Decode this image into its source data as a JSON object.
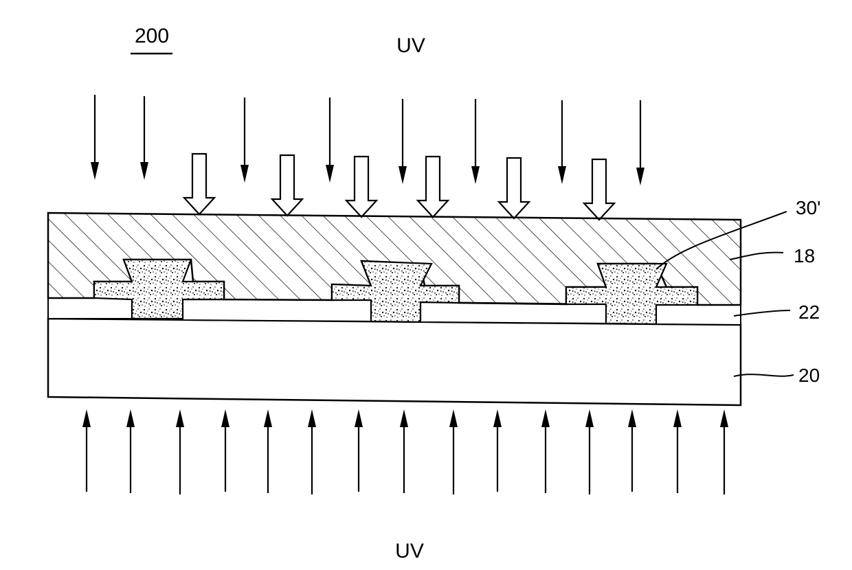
{
  "figure": {
    "number": "200",
    "top_label": "UV",
    "bottom_label": "UV"
  },
  "labels": {
    "emitter": "30'",
    "layer_top": "18",
    "layer_middle": "22",
    "layer_base": "20"
  },
  "icons": {
    "thin_arrow": "arrow-down-icon",
    "hollow_arrow": "block-arrow-down-icon",
    "up_arrow": "arrow-up-icon"
  },
  "colors": {
    "ink": "#000000",
    "paper": "#ffffff"
  }
}
